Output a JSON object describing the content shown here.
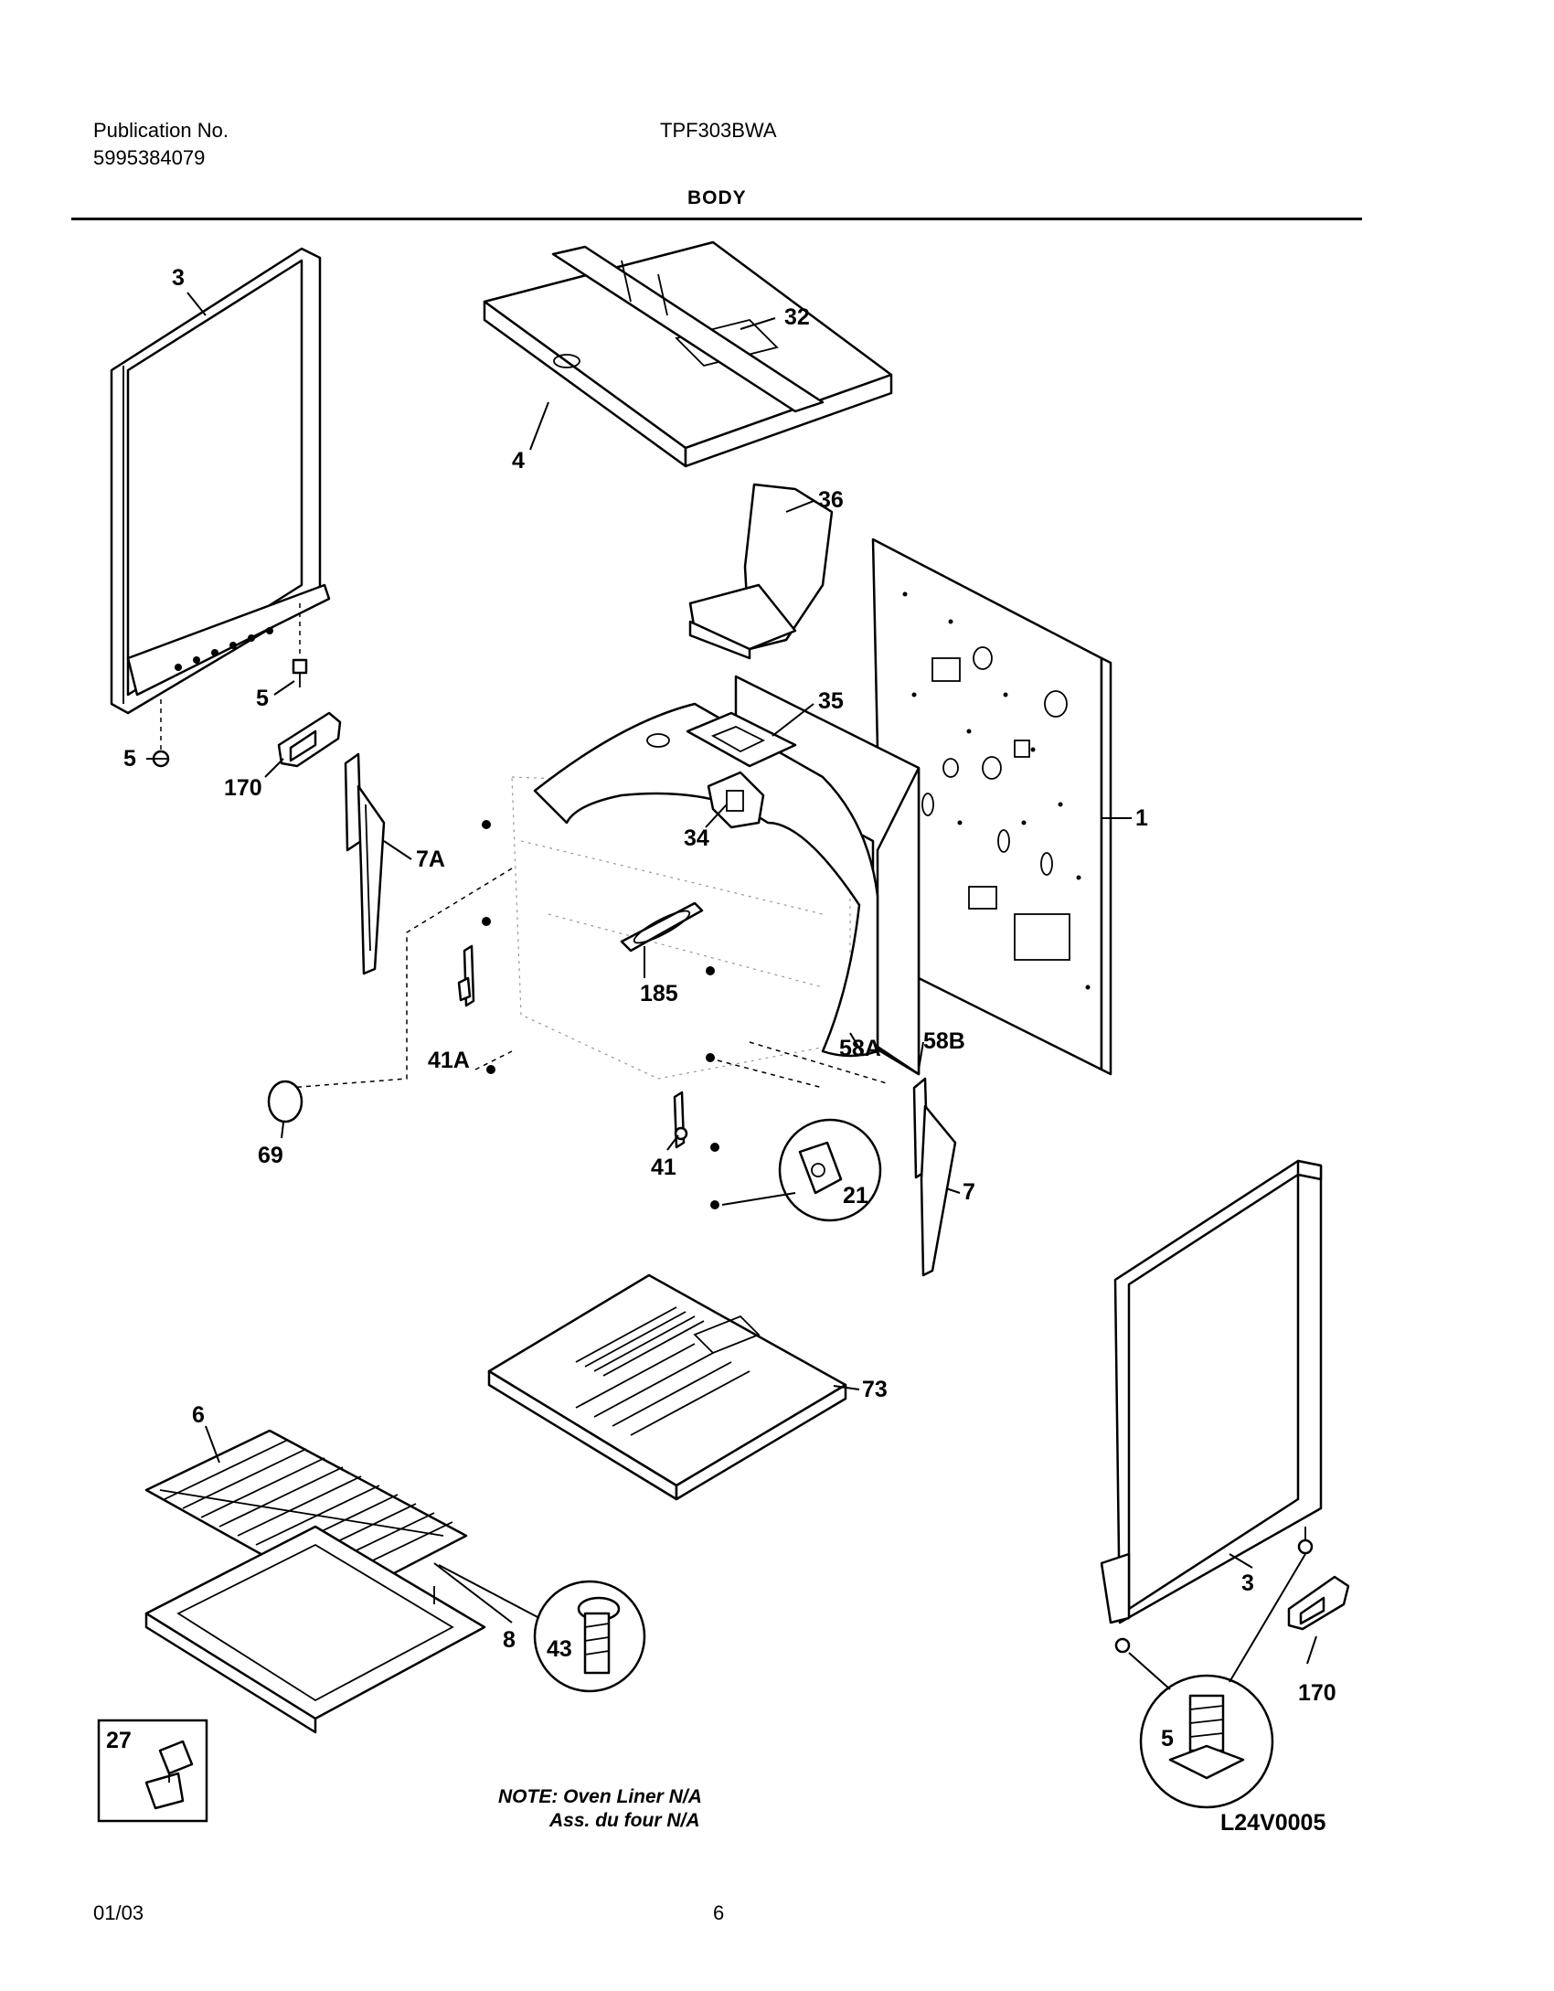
{
  "header": {
    "publication_label": "Publication No.",
    "publication_number": "5995384079",
    "model": "TPF303BWA",
    "section_title": "BODY"
  },
  "callouts": {
    "c3_top": "3",
    "c32": "32",
    "c4": "4",
    "c36": "36",
    "c5_a": "5",
    "c5_b": "5",
    "c35": "35",
    "c1": "1",
    "c170_a": "170",
    "c7A": "7A",
    "c34": "34",
    "c185": "185",
    "c41A": "41A",
    "c58A": "58A",
    "c58B": "58B",
    "c69": "69",
    "c41": "41",
    "c21": "21",
    "c7": "7",
    "c73": "73",
    "c6": "6",
    "c8": "8",
    "c43": "43",
    "c3_bottom": "3",
    "c170_b": "170",
    "c5_c": "5",
    "c27": "27"
  },
  "notes": {
    "line1": "NOTE: Oven Liner N/A",
    "line2": "Ass. du four N/A"
  },
  "diagram_code": "L24V0005",
  "footer": {
    "date": "01/03",
    "page": "6"
  }
}
